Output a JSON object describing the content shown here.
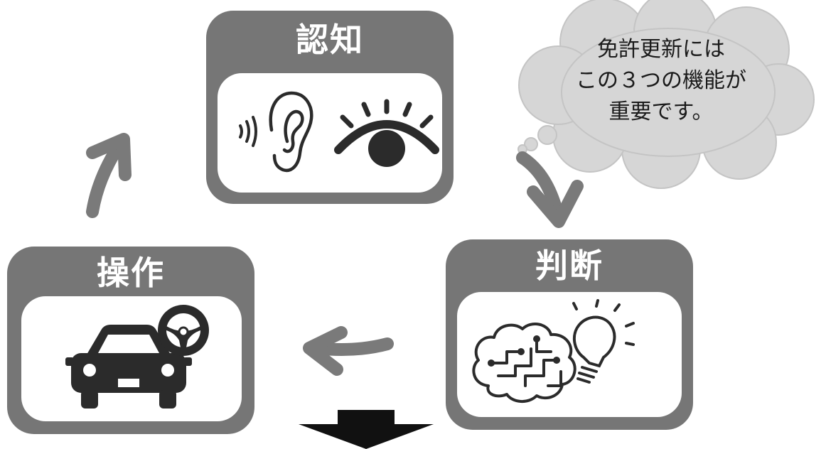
{
  "panels": {
    "recognition": {
      "title": "認知",
      "icons": [
        "sound-waves-icon",
        "ear-icon",
        "eye-icon"
      ]
    },
    "judgment": {
      "title": "判断",
      "icons": [
        "brain-icon",
        "light-bulb-icon"
      ]
    },
    "operation": {
      "title": "操作",
      "icons": [
        "car-icon",
        "steering-wheel-icon"
      ]
    }
  },
  "speech_bubble": {
    "lines": [
      "免許更新には",
      "この３つの機能が",
      "重要です。"
    ]
  },
  "arrows": [
    "recognition-to-judgment",
    "judgment-to-operation",
    "operation-to-recognition",
    "down-arrow"
  ],
  "colors": {
    "panel": "#767676",
    "arrow": "#7a7a7a",
    "cloud": "#d6d6d6",
    "icon": "#2b2b2b",
    "down_arrow": "#111111"
  }
}
